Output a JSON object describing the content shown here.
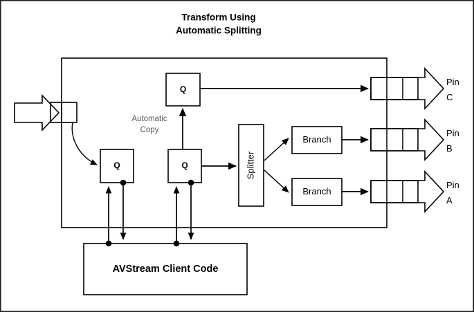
{
  "page": {
    "title_line1": "Transform Using",
    "title_line2": "Automatic Splitting",
    "background_color": "#ffffff",
    "stroke_color": "#000000",
    "note_color": "#595959"
  },
  "labels": {
    "queue": "Q",
    "splitter": "Splitter",
    "branch_top": "Branch",
    "branch_bottom": "Branch",
    "client_code": "AVStream Client Code",
    "automatic_copy_line1": "Automatic",
    "automatic_copy_line2": "Copy"
  },
  "pins": [
    {
      "name_line1": "Pin",
      "name_line2": "C"
    },
    {
      "name_line1": "Pin",
      "name_line2": "B"
    },
    {
      "name_line1": "Pin",
      "name_line2": "A"
    }
  ],
  "nodes": {
    "queue_top": "Q",
    "queue_middle": "Q",
    "queue_left": "Q"
  }
}
